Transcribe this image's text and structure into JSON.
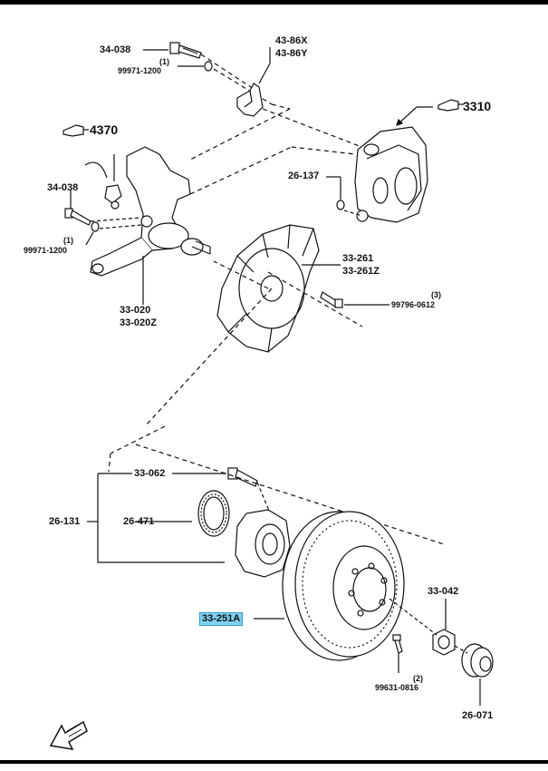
{
  "labels": {
    "p34038_top": "34-038",
    "q1_top": "(1)",
    "p99971_top": "99971-1200",
    "p4386x": "43-86X",
    "p4386y": "43-86Y",
    "p3310": "3310",
    "p4370": "4370",
    "p26137": "26-137",
    "p34038_mid": "34-038",
    "q1_mid": "(1)",
    "p99971_mid": "99971-1200",
    "p33261": "33-261",
    "p33261z": "33-261Z",
    "q3": "(3)",
    "p99796": "99796-0612",
    "p33020": "33-020",
    "p33020z": "33-020Z",
    "p33062": "33-062",
    "p26131": "26-131",
    "p26471": "26-471",
    "p33042": "33-042",
    "p33251a": "33-251A",
    "q2": "(2)",
    "p99631": "99631-0816",
    "p26071": "26-071"
  },
  "colors": {
    "highlight": "#7fd0f0",
    "ink": "#111111"
  }
}
